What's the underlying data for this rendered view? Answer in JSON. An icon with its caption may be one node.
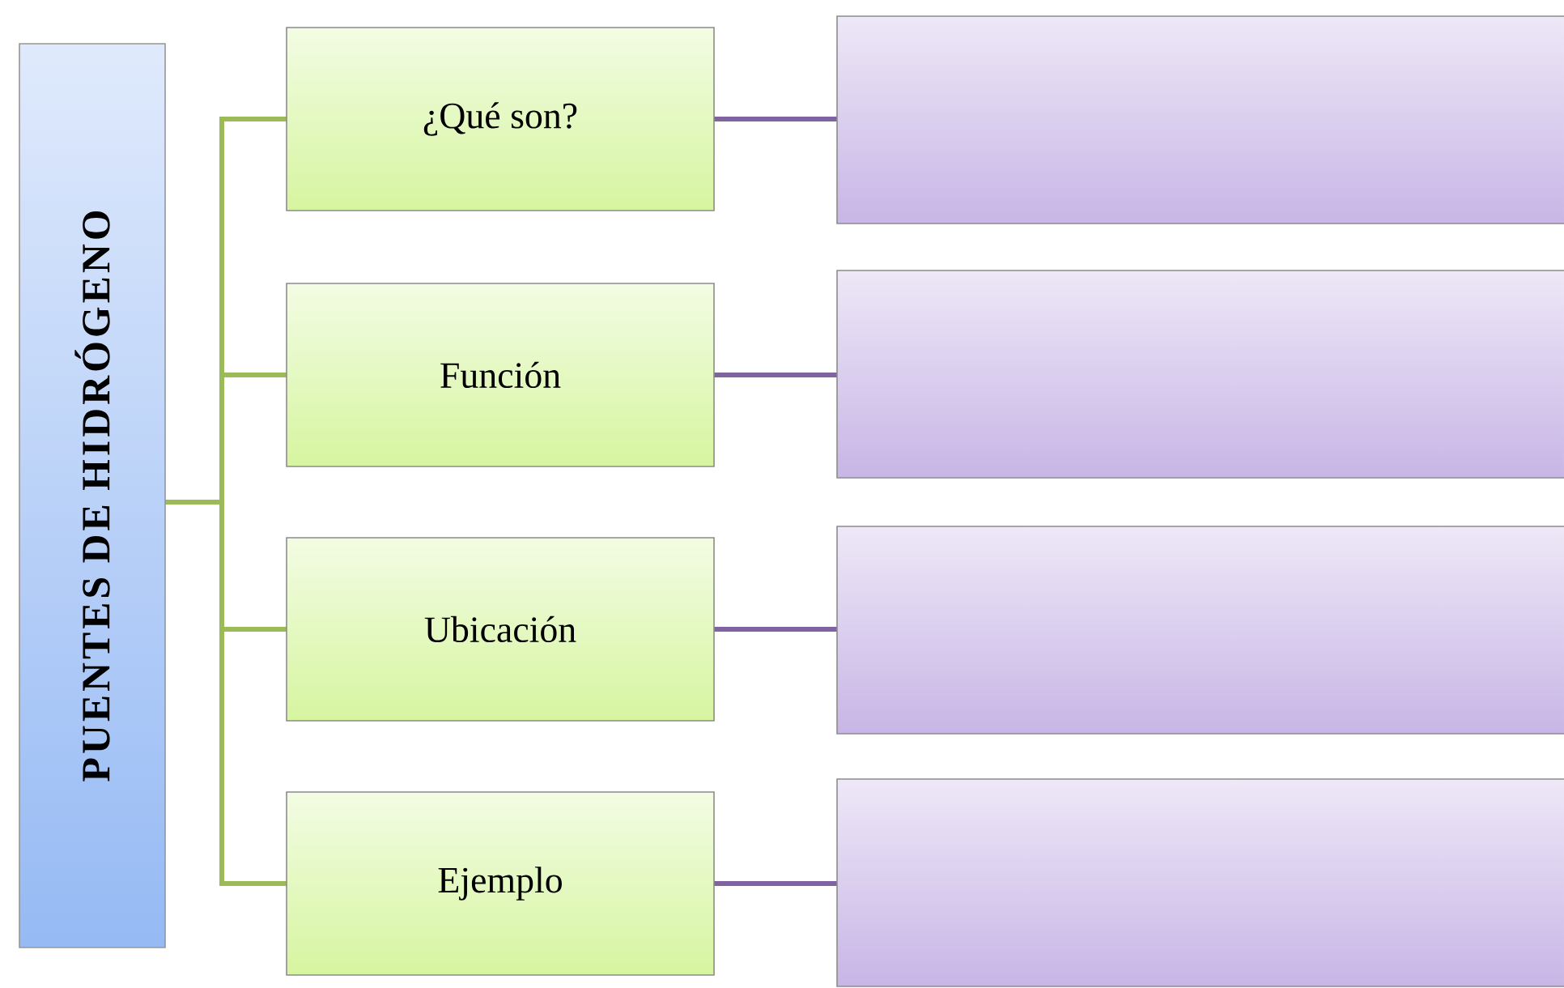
{
  "diagram": {
    "nodes": [
      {
        "text": [
          "PUENTES DE HIDRÓGENO"
        ]
      },
      {
        "text": [
          "¿Qué son?"
        ]
      },
      {
        "text": [
          "Función"
        ]
      },
      {
        "text": [
          "Ubicación"
        ]
      },
      {
        "text": [
          "Ejemplo"
        ]
      },
      {
        "text": [],
        "shape": "box"
      },
      {
        "text": [],
        "shape": "box"
      },
      {
        "text": [],
        "shape": "box"
      },
      {
        "text": [],
        "shape": "box"
      }
    ],
    "edges": [
      {
        "from": 0,
        "to": 1,
        "arrow": "none"
      },
      {
        "from": 0,
        "to": 2,
        "arrow": "none"
      },
      {
        "from": 0,
        "to": 3,
        "arrow": "none"
      },
      {
        "from": 0,
        "to": 4,
        "arrow": "none"
      },
      {
        "from": 1,
        "to": 5,
        "arrow": "none",
        "color": "#8064a2"
      },
      {
        "from": 2,
        "to": 6,
        "arrow": "none",
        "color": "#8064a2"
      },
      {
        "from": 3,
        "to": 7,
        "arrow": "none",
        "color": "#8064a2"
      },
      {
        "from": 4,
        "to": 8,
        "arrow": "none",
        "color": "#8064a2"
      }
    ]
  }
}
